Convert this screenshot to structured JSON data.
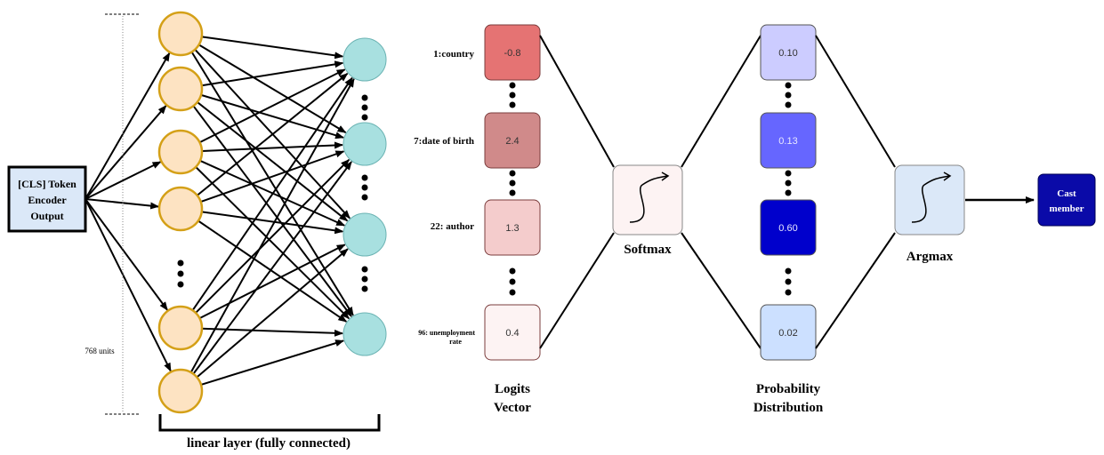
{
  "input_box": {
    "lines": [
      "[CLS] Token",
      "Encoder",
      "Output"
    ]
  },
  "units_label": "768 units",
  "linear_layer_label": "linear layer (fully connected)",
  "logit_rows": [
    {
      "label": "1:country",
      "value": "-0.8",
      "color": "#e57373"
    },
    {
      "label": "7:date of birth",
      "value": "2.4",
      "color": "#d08a8a"
    },
    {
      "label": "22: author",
      "value": "1.3",
      "color": "#f4cccc"
    },
    {
      "label_lines": [
        "96: unemployment",
        "rate"
      ],
      "value": "0.4",
      "color": "#fdf3f3"
    }
  ],
  "logits_title": [
    "Logits",
    "Vector"
  ],
  "softmax_label": "Softmax",
  "prob_boxes": [
    {
      "value": "0.10",
      "color": "#ccccff",
      "text_color": "#333333"
    },
    {
      "value": "0.13",
      "color": "#6666ff",
      "text_color": "#e8e8ff"
    },
    {
      "value": "0.60",
      "color": "#0000cc",
      "text_color": "#e8e8ff"
    },
    {
      "value": "0.02",
      "color": "#cce0ff",
      "text_color": "#333333"
    }
  ],
  "prob_title": [
    "Probability",
    "Distribution"
  ],
  "argmax_label": "Argmax",
  "output_box": {
    "lines": [
      "Cast",
      "member"
    ],
    "color": "#0a0aa8"
  }
}
